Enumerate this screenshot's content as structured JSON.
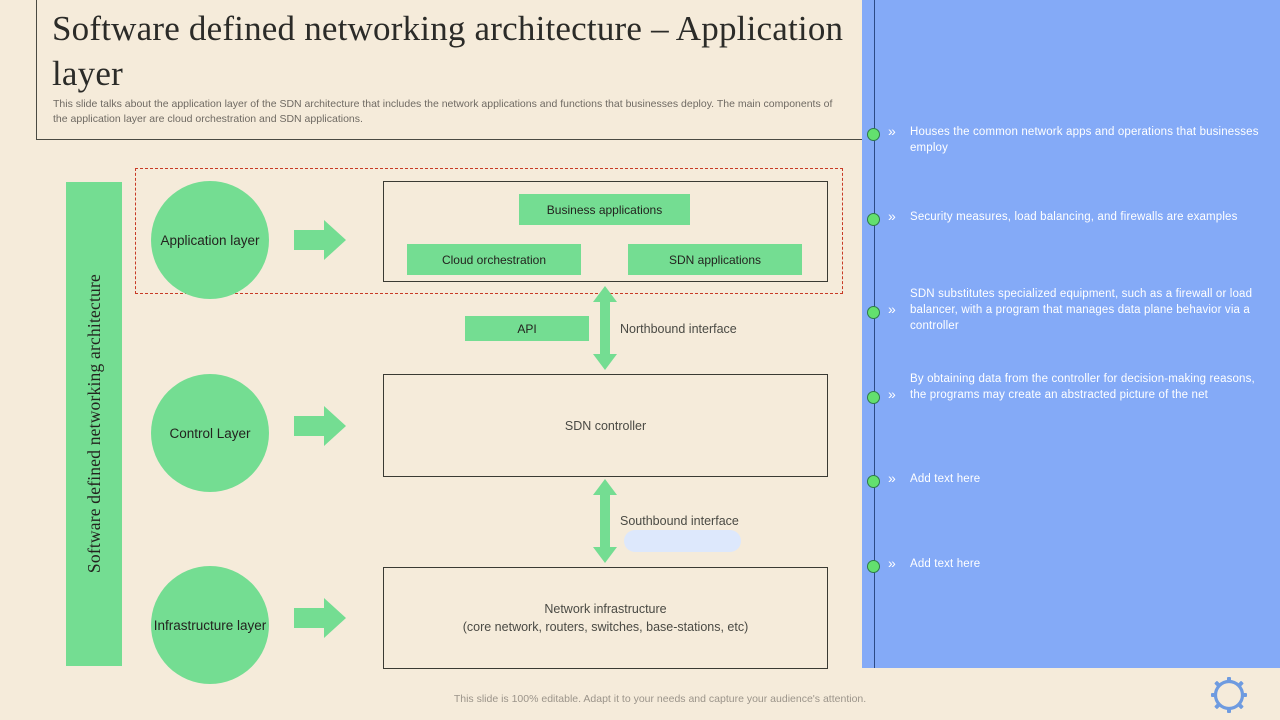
{
  "slide": {
    "title": "Software defined networking architecture – Application layer",
    "subtitle": "This slide talks about the application layer of the SDN architecture that includes the network applications and functions that businesses deploy. The main components of the application layer are cloud orchestration and SDN applications.",
    "footer": "This slide is 100% editable. Adapt it to your needs and capture your audience's attention."
  },
  "diagram": {
    "vertical_label": "Software defined networking architecture",
    "layers": [
      {
        "circle": "Application layer"
      },
      {
        "circle": "Control Layer"
      },
      {
        "circle": "Infrastructure layer"
      }
    ],
    "application_box": {
      "business_applications": "Business applications",
      "cloud_orchestration": "Cloud orchestration",
      "sdn_applications": "SDN applications"
    },
    "api_chip": "API",
    "northbound_label": "Northbound interface",
    "southbound_label": "Southbound interface",
    "controller_box": "SDN controller",
    "infrastructure_box_line1": "Network infrastructure",
    "infrastructure_box_line2": "(core network, routers, switches, base-stations, etc)"
  },
  "panel": {
    "bullets": [
      "Houses the common network apps and operations that businesses employ",
      "Security measures, load balancing, and firewalls are examples",
      "SDN substitutes specialized equipment, such as a firewall or load balancer, with a program that manages data plane behavior via a controller",
      "By obtaining data from the controller for decision-making reasons, the programs may create an abstracted picture of the net",
      "Add text here",
      "Add text here"
    ],
    "chevron": "»"
  },
  "colors": {
    "background": "#F5EBDA",
    "green": "#74DD92",
    "panel_blue": "#84AAF7",
    "dashed_red": "#C83A25",
    "dot_green": "#63E06E",
    "gear_blue": "#6E9BE0",
    "blob_blue": "#DDE8FC"
  }
}
